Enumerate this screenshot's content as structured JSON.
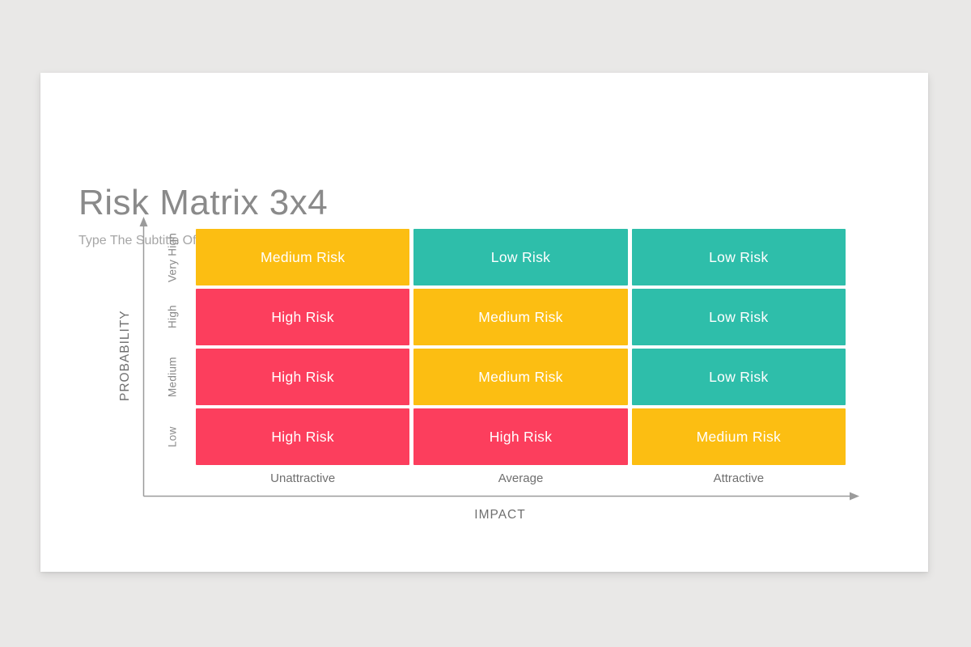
{
  "slide": {
    "title": "Risk Matrix 3x4",
    "subtitle": "Type The Subtitle Of Your Great Here"
  },
  "matrix": {
    "x_axis_label": "IMPACT",
    "y_axis_label": "PROBABILITY",
    "column_labels": [
      "Unattractive",
      "Average",
      "Attractive"
    ],
    "rows": [
      {
        "label": "Very High",
        "cells": [
          {
            "text": "Medium Risk",
            "color": "#fcbe12"
          },
          {
            "text": "Low Risk",
            "color": "#2ebeaa"
          },
          {
            "text": "Low Risk",
            "color": "#2ebeaa"
          }
        ]
      },
      {
        "label": "High",
        "cells": [
          {
            "text": "High Risk",
            "color": "#fc3e5d"
          },
          {
            "text": "Medium Risk",
            "color": "#fcbe12"
          },
          {
            "text": "Low Risk",
            "color": "#2ebeaa"
          }
        ]
      },
      {
        "label": "Medium",
        "cells": [
          {
            "text": "High Risk",
            "color": "#fc3e5d"
          },
          {
            "text": "Medium Risk",
            "color": "#fcbe12"
          },
          {
            "text": "Low Risk",
            "color": "#2ebeaa"
          }
        ]
      },
      {
        "label": "Low",
        "cells": [
          {
            "text": "High Risk",
            "color": "#fc3e5d"
          },
          {
            "text": "High Risk",
            "color": "#fc3e5d"
          },
          {
            "text": "Medium Risk",
            "color": "#fcbe12"
          }
        ]
      }
    ]
  },
  "colors": {
    "background": "#e9e8e7",
    "card": "#ffffff",
    "risk_high": "#fc3e5d",
    "risk_medium": "#fcbe12",
    "risk_low": "#2ebeaa",
    "axis_line": "#9b9b9b",
    "cell_text": "#ffffff",
    "title_text": "#8a8a8a",
    "subtitle_text": "#a6a6a6",
    "axis_label_text": "#6f6f6f",
    "tick_label_text": "#8a8a8a"
  },
  "chart_data": {
    "type": "heatmap",
    "title": "Risk Matrix 3x4",
    "xlabel": "IMPACT",
    "ylabel": "PROBABILITY",
    "x_categories": [
      "Unattractive",
      "Average",
      "Attractive"
    ],
    "y_categories": [
      "Very High",
      "High",
      "Medium",
      "Low"
    ],
    "values": [
      [
        "Medium Risk",
        "Low Risk",
        "Low Risk"
      ],
      [
        "High Risk",
        "Medium Risk",
        "Low Risk"
      ],
      [
        "High Risk",
        "Medium Risk",
        "Low Risk"
      ],
      [
        "High Risk",
        "High Risk",
        "Medium Risk"
      ]
    ],
    "legend_position": "none",
    "grid": false
  }
}
